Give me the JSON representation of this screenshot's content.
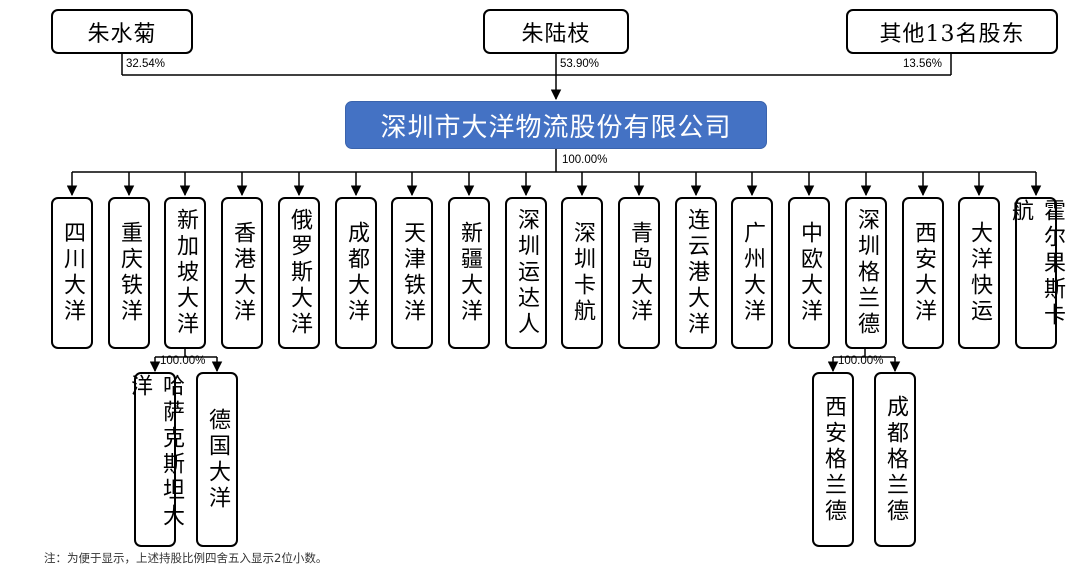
{
  "shareholders": [
    {
      "name": "朱水菊",
      "pct": "32.54%"
    },
    {
      "name": "朱陆枝",
      "pct": "53.90%"
    },
    {
      "name": "其他13名股东",
      "pct": "13.56%"
    }
  ],
  "company": "深圳市大洋物流股份有限公司",
  "company_pct": "100.00%",
  "subsidiaries": [
    "四川大洋",
    "重庆铁洋",
    "新加坡大洋",
    "香港大洋",
    "俄罗斯大洋",
    "成都大洋",
    "天津铁洋",
    "新疆大洋",
    "深圳运达人",
    "深圳卡航",
    "青岛大洋",
    "连云港大洋",
    "广州大洋",
    "中欧大洋",
    "深圳格兰德",
    "西安大洋",
    "大洋快运",
    "霍尔果斯卡航"
  ],
  "singapore_children": {
    "pct": "100.00%",
    "items": [
      "哈萨克斯坦大洋",
      "德国大洋"
    ]
  },
  "grand_children": {
    "pct": "100.00%",
    "items": [
      "西安格兰德",
      "成都格兰德"
    ]
  },
  "note": "注：为便于显示，上述持股比例四舍五入显示2位小数。",
  "colors": {
    "company_fill": "#4472c4",
    "company_text": "#ffffff",
    "line": "#000000"
  }
}
